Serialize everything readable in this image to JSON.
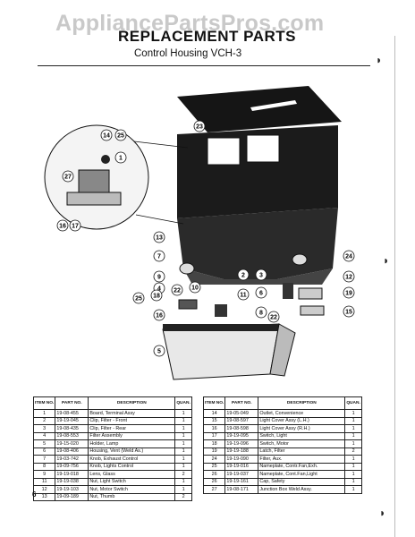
{
  "watermark": "AppliancePartsPros.com",
  "title": "REPLACEMENT PARTS",
  "subtitle": "Control Housing VCH-3",
  "page_number": "6",
  "callouts": {
    "c23": "23",
    "c14": "14",
    "c25a": "25",
    "c1": "1",
    "c27": "27",
    "c16": "16",
    "c17": "17",
    "c13": "13",
    "c7": "7",
    "c24": "24",
    "c9": "9",
    "c2": "2",
    "c3": "3",
    "c12": "12",
    "c4": "4",
    "c10": "10",
    "c25b": "25",
    "c18": "18",
    "c22a": "22",
    "c11": "11",
    "c6": "6",
    "c19": "19",
    "c16b": "16",
    "c8": "8",
    "c22b": "22",
    "c15": "15",
    "c5": "5"
  },
  "table_headers": {
    "item": "ITEM NO.",
    "part": "PART NO.",
    "description": "DESCRIPTION",
    "quan": "QUAN."
  },
  "parts_left": [
    {
      "item": "1",
      "part": "19-08-455",
      "desc": "Board, Terminal Assy",
      "qty": "1"
    },
    {
      "item": "2",
      "part": "19-19-045",
      "desc": "Clip, Filter - Front",
      "qty": "1"
    },
    {
      "item": "3",
      "part": "19-08-435",
      "desc": "Clip, Filter - Rear",
      "qty": "1"
    },
    {
      "item": "4",
      "part": "19-08-553",
      "desc": "Filter Assembly",
      "qty": "1"
    },
    {
      "item": "5",
      "part": "19-15-020",
      "desc": "Holder, Lamp",
      "qty": "1"
    },
    {
      "item": "6",
      "part": "19-08-406",
      "desc": "Housing, Vent (Weld As.)",
      "qty": "1"
    },
    {
      "item": "7",
      "part": "19-03-742",
      "desc": "Knob, Exhaust Control",
      "qty": "1"
    },
    {
      "item": "8",
      "part": "19-09-756",
      "desc": "Knob, Lights Control",
      "qty": "1"
    },
    {
      "item": "9",
      "part": "19-19-018",
      "desc": "Lens, Glass",
      "qty": "2"
    },
    {
      "item": "11",
      "part": "19-19-038",
      "desc": "Nut, Light Switch",
      "qty": "1"
    },
    {
      "item": "12",
      "part": "19-19-103",
      "desc": "Nut, Motor Switch",
      "qty": "1"
    },
    {
      "item": "13",
      "part": "19-09-189",
      "desc": "Nut, Thumb",
      "qty": "2"
    }
  ],
  "parts_right": [
    {
      "item": "14",
      "part": "19-05-049",
      "desc": "Outlet, Convenience",
      "qty": "1"
    },
    {
      "item": "15",
      "part": "19-08-597",
      "desc": "Light Cover Assy (L.H.)",
      "qty": "1"
    },
    {
      "item": "16",
      "part": "19-08-598",
      "desc": "Light Cover Assy (R.H.)",
      "qty": "1"
    },
    {
      "item": "17",
      "part": "19-19-095",
      "desc": "Switch, Light",
      "qty": "1"
    },
    {
      "item": "18",
      "part": "19-19-096",
      "desc": "Switch, Motor",
      "qty": "1"
    },
    {
      "item": "19",
      "part": "19-19-188",
      "desc": "Latch, Filter",
      "qty": "2"
    },
    {
      "item": "24",
      "part": "19-19-090",
      "desc": "Filter, Aux.",
      "qty": "1"
    },
    {
      "item": "25",
      "part": "19-19-016",
      "desc": "Nameplate, Contr.Fan,Exh.",
      "qty": "1"
    },
    {
      "item": "26",
      "part": "19-19-037",
      "desc": "Nameplate, Cont.Fan,Light",
      "qty": "1"
    },
    {
      "item": "26",
      "part": "19-19-161",
      "desc": "Cap, Safety",
      "qty": "1"
    },
    {
      "item": "27",
      "part": "19-08-171",
      "desc": "Junction Box Weld Assy.",
      "qty": "1"
    }
  ]
}
